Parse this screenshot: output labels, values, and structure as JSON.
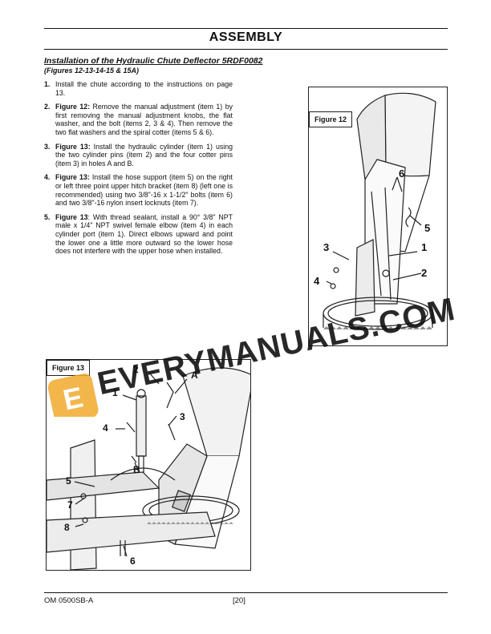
{
  "header": {
    "title": "ASSEMBLY"
  },
  "section": {
    "heading": "Installation of the Hydraulic Chute Deflector 5RDF0082",
    "subheading": "(Figures 12-13-14-15 & 15A)"
  },
  "steps": [
    {
      "num": "1.",
      "lead": "",
      "text": "Install the chute according to the instructions on page 13."
    },
    {
      "num": "2.",
      "lead": "Figure 12:",
      "text": " Remove the manual adjustment (item 1) by first removing the manual adjustment knobs, the flat washer, and the bolt (items 2, 3 & 4). Then remove the two flat washers and the spiral cotter (items 5 & 6)."
    },
    {
      "num": "3.",
      "lead": "Figure 13:",
      "text": " Install the hydraulic cylinder (item 1) using the two cylinder pins (item 2) and the four cotter pins (item 3) in holes A and B."
    },
    {
      "num": "4.",
      "lead": "Figure 13:",
      "text": " Install the hose support (item 5) on the right or left three point upper hitch bracket (item 8) (left one is recommended) using two 3/8\"-16 x 1-1/2\" bolts (item 6) and two 3/8\"-16 nylon insert locknuts (item 7)."
    },
    {
      "num": "5.",
      "lead": "Figure 13",
      "text": ": With thread sealant, install a 90° 3/8\" NPT male x 1/4\" NPT swivel female elbow (item 4) in each cylinder port (item 1). Direct elbows upward and point the lower one a little more outward so the lower hose does not interfere with the upper hose when installed."
    }
  ],
  "figure12": {
    "label": "Figure 12",
    "callouts": [
      "6",
      "5",
      "3",
      "1",
      "4",
      "2"
    ]
  },
  "figure13": {
    "label": "Figure 13",
    "callouts": [
      "2",
      "A",
      "1",
      "3",
      "4",
      "B",
      "5",
      "7",
      "8",
      "6"
    ]
  },
  "watermark": {
    "text": "EVERYMANUALS.COM",
    "logo_letter": "E",
    "color": "#f0a92b"
  },
  "footer": {
    "doc_id": "OM 0500SB-A",
    "page": "[20]"
  }
}
